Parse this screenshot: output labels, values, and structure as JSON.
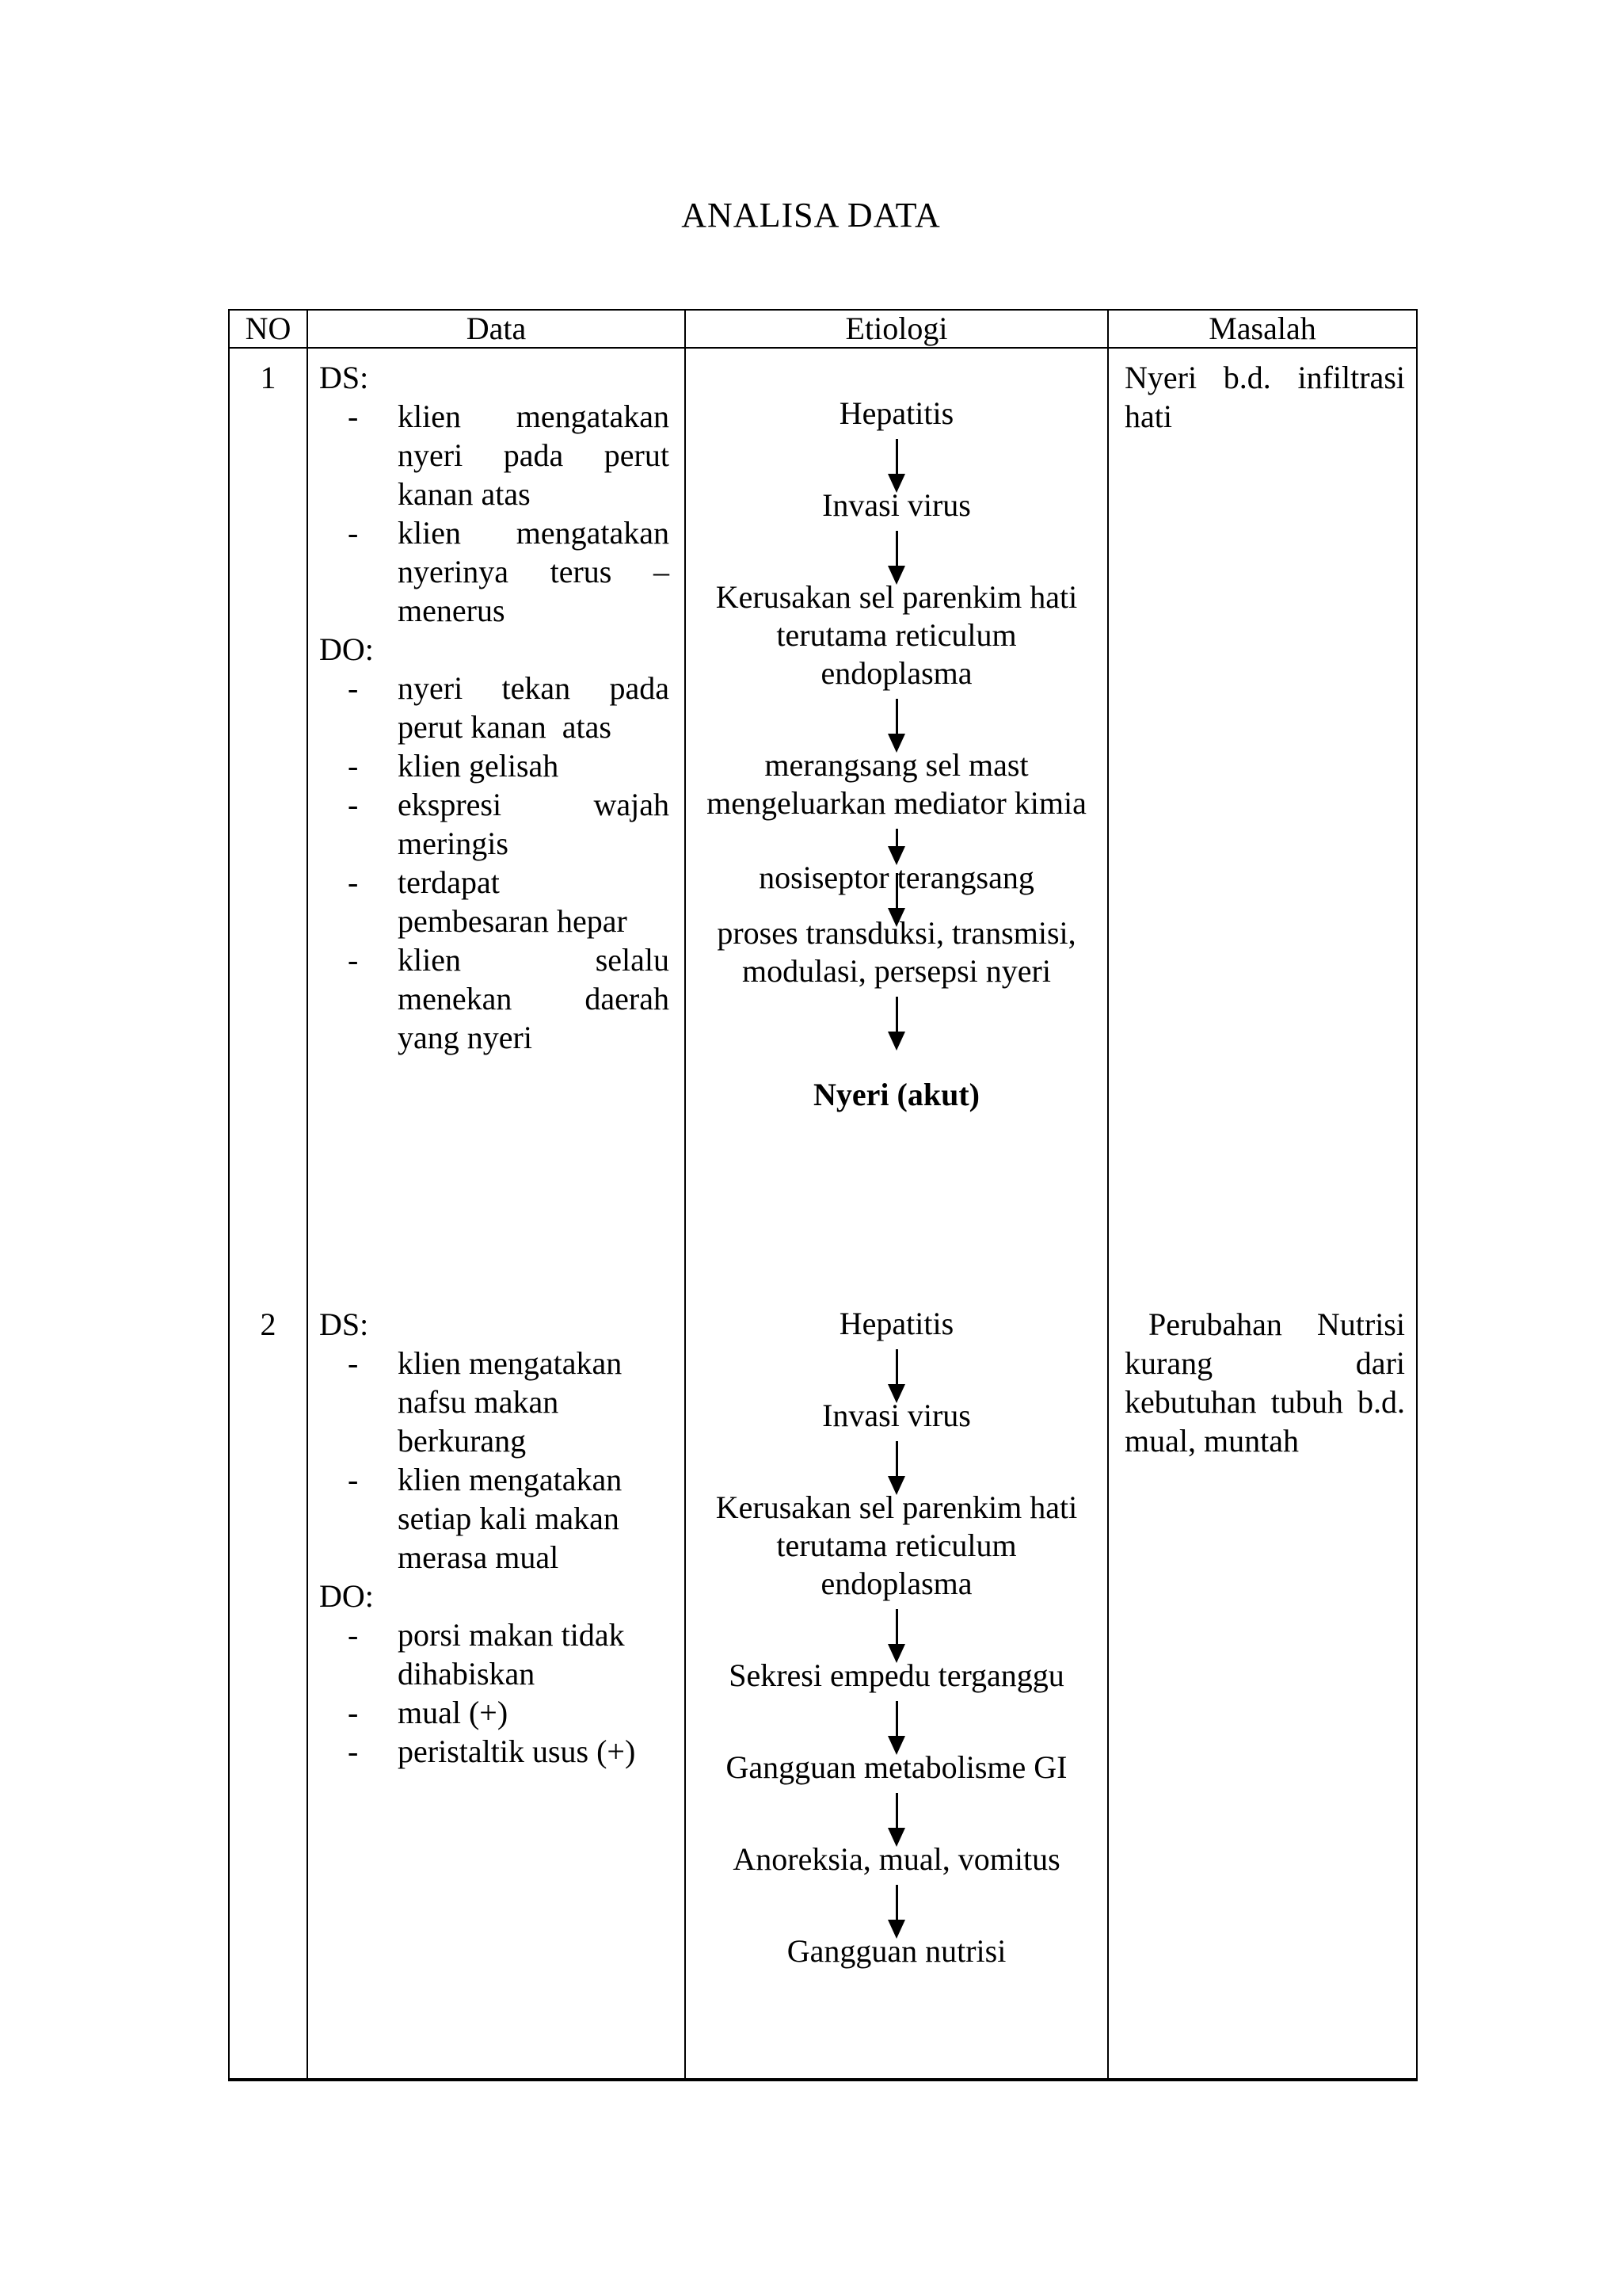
{
  "document": {
    "title": "ANALISA DATA"
  },
  "table": {
    "headers": [
      "NO",
      "Data",
      "Etiologi",
      "Masalah"
    ],
    "rows": [
      {
        "no": "1",
        "data": {
          "sections": [
            {
              "label": "DS:",
              "bullets": [
                {
                  "marker": "-",
                  "lines": [
                    "klien mengatakan",
                    "nyeri pada perut",
                    "kanan atas"
                  ]
                },
                {
                  "marker": "-",
                  "lines": [
                    "klien mengatakan",
                    "nyerinya terus –",
                    "menerus"
                  ]
                }
              ]
            },
            {
              "label": "DO:",
              "bullets": [
                {
                  "marker": "-",
                  "lines": [
                    "nyeri tekan pada",
                    "perut kanan  atas"
                  ]
                },
                {
                  "marker": "-",
                  "lines": [
                    "klien gelisah"
                  ]
                },
                {
                  "marker": "-",
                  "lines": [
                    "ekspresi wajah",
                    "meringis"
                  ]
                },
                {
                  "marker": "-",
                  "lines": [
                    "terdapat",
                    "pembesaran hepar"
                  ]
                },
                {
                  "marker": "-",
                  "lines": [
                    "klien selalu",
                    "menekan daerah",
                    "yang nyeri"
                  ]
                }
              ]
            }
          ]
        },
        "etiologi": [
          {
            "type": "text",
            "lines": [
              "Hepatitis"
            ]
          },
          {
            "type": "arrow"
          },
          {
            "type": "text",
            "lines": [
              "Invasi virus"
            ]
          },
          {
            "type": "arrow"
          },
          {
            "type": "text",
            "lines": [
              "Kerusakan sel parenkim hati",
              "terutama reticulum",
              "endoplasma"
            ]
          },
          {
            "type": "arrow"
          },
          {
            "type": "text",
            "lines": [
              "merangsang sel mast",
              "mengeluarkan mediator kimia"
            ]
          },
          {
            "type": "arrow",
            "size": "short"
          },
          {
            "type": "text",
            "lines": [
              "nosiseptor terangsang"
            ]
          },
          {
            "type": "arrow",
            "overlap": true
          },
          {
            "type": "text",
            "lines": [
              "proses transduksi, transmisi,",
              "modulasi, persepsi nyeri"
            ]
          },
          {
            "type": "arrow"
          },
          {
            "type": "text",
            "bold": true,
            "gap_before": true,
            "lines": [
              "Nyeri (akut)"
            ]
          }
        ],
        "masalah": {
          "indent_first_line": false,
          "lines": [
            "Nyeri b.d. infiltrasi",
            "hati"
          ]
        }
      },
      {
        "no": "2",
        "data": {
          "sections": [
            {
              "label": "DS:",
              "bullets": [
                {
                  "marker": "-",
                  "lines": [
                    "klien mengatakan",
                    "nafsu makan",
                    "berkurang"
                  ]
                },
                {
                  "marker": "-",
                  "lines": [
                    "klien mengatakan",
                    "setiap kali makan",
                    "merasa mual"
                  ]
                }
              ]
            },
            {
              "label": "DO:",
              "bullets": [
                {
                  "marker": "-",
                  "lines": [
                    "porsi makan tidak",
                    "dihabiskan"
                  ]
                },
                {
                  "marker": "-",
                  "lines": [
                    "mual (+)"
                  ]
                },
                {
                  "marker": "-",
                  "lines": [
                    "peristaltik usus (+)"
                  ]
                }
              ]
            }
          ]
        },
        "etiologi": [
          {
            "type": "text",
            "lines": [
              "Hepatitis"
            ]
          },
          {
            "type": "arrow"
          },
          {
            "type": "text",
            "lines": [
              "Invasi virus"
            ]
          },
          {
            "type": "arrow"
          },
          {
            "type": "text",
            "lines": [
              "Kerusakan sel parenkim hati",
              "terutama reticulum",
              "endoplasma"
            ]
          },
          {
            "type": "arrow"
          },
          {
            "type": "text",
            "lines": [
              "Sekresi empedu terganggu"
            ]
          },
          {
            "type": "arrow"
          },
          {
            "type": "text",
            "lines": [
              "Gangguan metabolisme GI"
            ]
          },
          {
            "type": "arrow"
          },
          {
            "type": "text",
            "lines": [
              "Anoreksia, mual, vomitus"
            ]
          },
          {
            "type": "arrow"
          },
          {
            "type": "text",
            "lines": [
              "Gangguan nutrisi"
            ]
          }
        ],
        "masalah": {
          "indent_first_line": true,
          "lines": [
            "Perubahan Nutrisi",
            "kurang dari",
            "kebutuhan tubuh b.d.",
            "mual, muntah"
          ]
        }
      }
    ]
  }
}
